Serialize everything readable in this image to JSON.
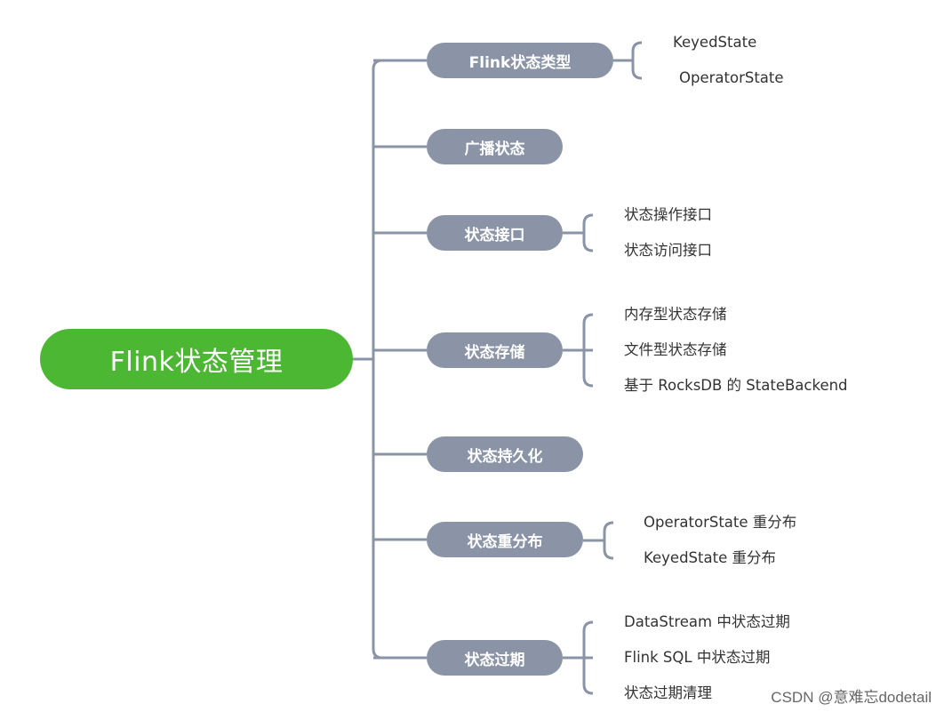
{
  "root": {
    "label": "Flink状态管理"
  },
  "branches": [
    {
      "label": "Flink状态类型",
      "children": [
        "KeyedState",
        "OperatorState"
      ]
    },
    {
      "label": "广播状态",
      "children": []
    },
    {
      "label": "状态接口",
      "children": [
        "状态操作接口",
        "状态访问接口"
      ]
    },
    {
      "label": "状态存储",
      "children": [
        "内存型状态存储",
        "文件型状态存储",
        "基于 RocksDB 的 StateBackend"
      ]
    },
    {
      "label": "状态持久化",
      "children": []
    },
    {
      "label": "状态重分布",
      "children": [
        "OperatorState 重分布",
        "KeyedState 重分布"
      ]
    },
    {
      "label": "状态过期",
      "children": [
        "DataStream 中状态过期",
        "Flink SQL 中状态过期",
        "状态过期清理"
      ]
    }
  ],
  "watermark": "CSDN @意难忘dodetail",
  "colors": {
    "root": "#4cb733",
    "branch": "#8a94a6",
    "connector": "#8a94a6",
    "text": "#333333"
  }
}
